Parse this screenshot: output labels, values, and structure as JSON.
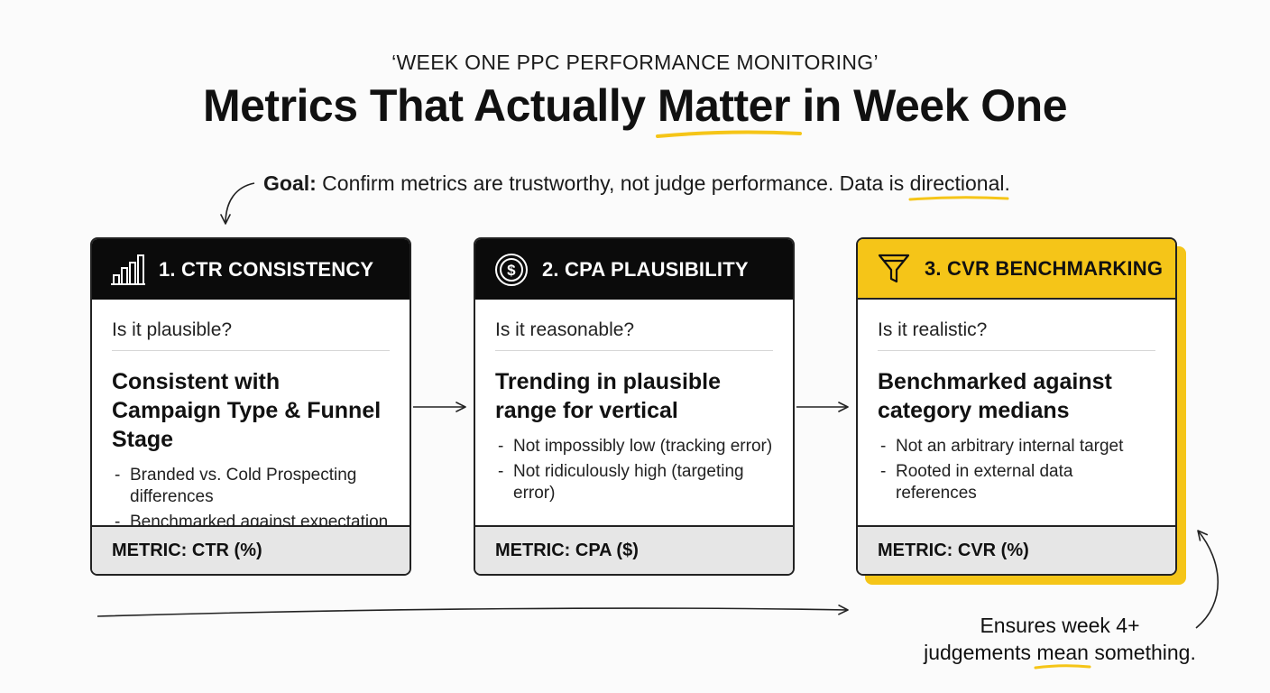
{
  "header": {
    "eyebrow": "‘WEEK ONE PPC PERFORMANCE MONITORING’",
    "title_before": "Metrics That Actually ",
    "title_highlight": "Matter",
    "title_after": " in Week One"
  },
  "goal": {
    "label": "Goal:",
    "text_before": " Confirm metrics are trustworthy, not judge performance. Data is ",
    "highlight": "directional",
    "text_after": "."
  },
  "cards": [
    {
      "icon": "bar-chart-icon",
      "heading": "1. CTR CONSISTENCY",
      "question": "Is it plausible?",
      "headline": "Consistent with Campaign Type & Funnel Stage",
      "bullets": [
        "Branded vs. Cold Prospecting differences",
        "Benchmarked against expectation"
      ],
      "metric": "METRIC: CTR (%)"
    },
    {
      "icon": "dollar-coin-icon",
      "heading": "2. CPA PLAUSIBILITY",
      "question": "Is it reasonable?",
      "headline": "Trending in plausible range for vertical",
      "bullets": [
        "Not impossibly low (tracking error)",
        "Not ridiculously high (targeting error)"
      ],
      "metric": "METRIC: CPA ($)"
    },
    {
      "icon": "funnel-icon",
      "heading": "3. CVR BENCHMARKING",
      "question": "Is it realistic?",
      "headline": "Benchmarked against category medians",
      "bullets": [
        "Not an arbitrary internal target",
        "Rooted in external data references"
      ],
      "metric": "METRIC: CVR (%)"
    }
  ],
  "note": {
    "line1": "Ensures week 4+",
    "line2_before": "judgements ",
    "line2_highlight": "mean",
    "line2_after": " something."
  },
  "colors": {
    "accent": "#f5c518",
    "header_dark": "#0b0b0b",
    "footer_gray": "#e6e6e6"
  }
}
